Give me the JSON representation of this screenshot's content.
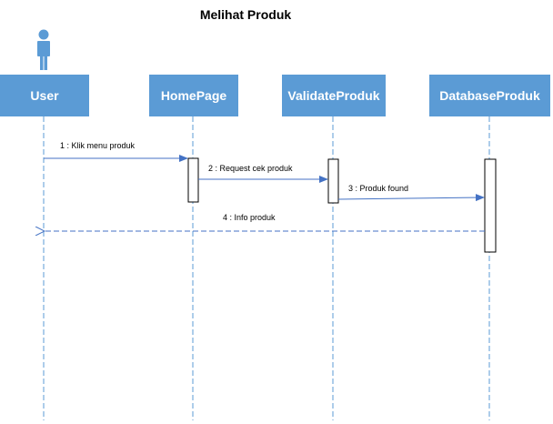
{
  "title": "Melihat Produk",
  "participants": [
    {
      "id": "user",
      "label": "User"
    },
    {
      "id": "homepage",
      "label": "HomePage"
    },
    {
      "id": "validate",
      "label": "ValidateProduk"
    },
    {
      "id": "database",
      "label": "DatabaseProduk"
    }
  ],
  "messages": [
    {
      "label": "1 : Klik menu produk",
      "from": "User",
      "to": "HomePage",
      "style": "sync"
    },
    {
      "label": "2 : Request cek produk",
      "from": "HomePage",
      "to": "ValidateProduk",
      "style": "sync"
    },
    {
      "label": "3 : Produk found",
      "from": "ValidateProduk",
      "to": "DatabaseProduk",
      "style": "sync"
    },
    {
      "label": "4 : Info produk",
      "from": "DatabaseProduk",
      "to": "User",
      "style": "return"
    }
  ],
  "colors": {
    "header_fill": "#5b9bd5",
    "actor": "#5b9bd5",
    "lifeline": "#5b9bd5",
    "arrow": "#4472c4",
    "activation_stroke": "#000000"
  },
  "icons": {
    "actor": "person-icon"
  }
}
